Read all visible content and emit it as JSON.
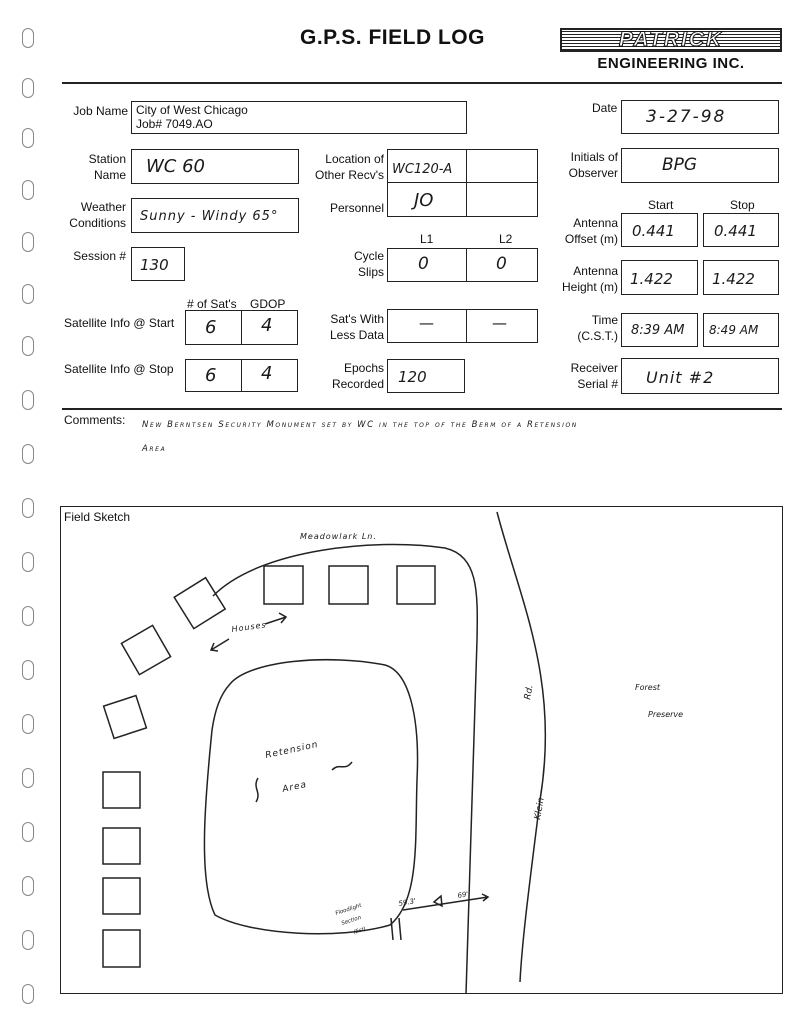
{
  "header": {
    "title": "G.P.S. FIELD LOG",
    "logo_top": "PATRICK",
    "logo_bottom": "ENGINEERING INC."
  },
  "fields": {
    "job_name_label": "Job Name",
    "job_name_line1": "City of West Chicago",
    "job_name_line2": "Job# 7049.AO",
    "date_label": "Date",
    "date_value": "3-27-98",
    "station_label_1": "Station",
    "station_label_2": "Name",
    "station_value": "WC 60",
    "location_label_1": "Location of",
    "location_label_2": "Other Recv's",
    "location_value": "WC120-A",
    "initials_label_1": "Initials of",
    "initials_label_2": "Observer",
    "initials_value": "BPG",
    "weather_label_1": "Weather",
    "weather_label_2": "Conditions",
    "weather_value": "Sunny - Windy 65°",
    "personnel_label": "Personnel",
    "personnel_value": "JO",
    "start_label": "Start",
    "stop_label": "Stop",
    "antenna_offset_label_1": "Antenna",
    "antenna_offset_label_2": "Offset (m)",
    "antenna_offset_start": "0.441",
    "antenna_offset_stop": "0.441",
    "session_label": "Session #",
    "session_value": "130",
    "l1_label": "L1",
    "l2_label": "L2",
    "cycle_slips_label_1": "Cycle",
    "cycle_slips_label_2": "Slips",
    "cycle_slips_l1": "0",
    "cycle_slips_l2": "0",
    "antenna_height_label_1": "Antenna",
    "antenna_height_label_2": "Height (m)",
    "antenna_height_start": "1.422",
    "antenna_height_stop": "1.422",
    "num_sats_label": "# of Sat's",
    "gdop_label": "GDOP",
    "sat_start_label": "Satellite Info @ Start",
    "sat_start_num": "6",
    "sat_start_gdop": "4",
    "less_data_label_1": "Sat's With",
    "less_data_label_2": "Less Data",
    "less_data_l1": "—",
    "less_data_l2": "—",
    "time_label_1": "Time",
    "time_label_2": "(C.S.T.)",
    "time_start": "8:39 AM",
    "time_stop": "8:49 AM",
    "sat_stop_label": "Satellite Info @ Stop",
    "sat_stop_num": "6",
    "sat_stop_gdop": "4",
    "epochs_label_1": "Epochs",
    "epochs_label_2": "Recorded",
    "epochs_value": "120",
    "receiver_label_1": "Receiver",
    "receiver_label_2": "Serial #",
    "receiver_value": "Unit #2"
  },
  "comments": {
    "label": "Comments:",
    "line1": "New Berntsen Security Monument set by WC in the top of the Berm of a Retension",
    "line2": "Area"
  },
  "sketch": {
    "label": "Field Sketch",
    "street_top": "Meadowlark Ln.",
    "houses": "Houses",
    "retension_1": "Retension",
    "retension_2": "Area",
    "road_1": "Rd.",
    "road_2": "Klein",
    "forest_1": "Forest",
    "forest_2": "Preserve",
    "dist_1": "59.3'",
    "dist_2": "69'",
    "monument_1": "Floodlight",
    "monument_2": "Section",
    "monument_3": "(Est)"
  }
}
